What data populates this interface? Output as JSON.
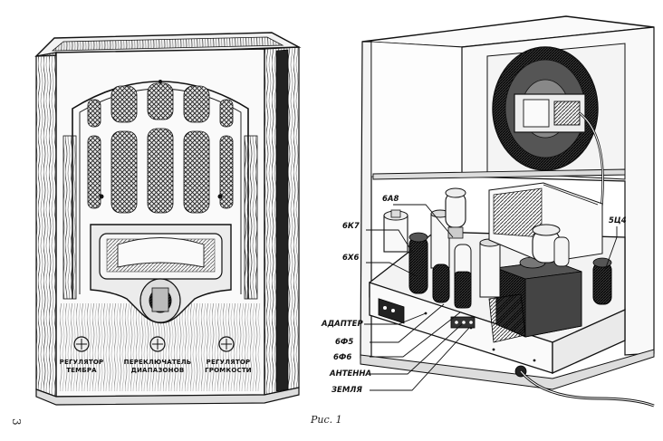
{
  "figure": {
    "caption": "Рис. 1",
    "page_number": "3"
  },
  "front_view": {
    "knobs": [
      {
        "label_line1": "РЕГУЛЯТОР",
        "label_line2": "ТЕМБРА"
      },
      {
        "label_line1": "ПЕРЕКЛЮЧАТЕЛЬ",
        "label_line2": "ДИАПАЗОНОВ"
      },
      {
        "label_line1": "РЕГУЛЯТОР",
        "label_line2": "ГРОМКОСТИ"
      }
    ]
  },
  "rear_view": {
    "tube_labels": {
      "t6a8": "6А8",
      "t6k7": "6К7",
      "t6x6": "6Х6",
      "t5c4": "5Ц4"
    },
    "connector_labels": {
      "adapter": "АДАПТЕР",
      "t6f5": "6Ф5",
      "t6f6": "6Ф6",
      "antenna": "АНТЕННА",
      "ground": "ЗЕМЛЯ"
    }
  }
}
